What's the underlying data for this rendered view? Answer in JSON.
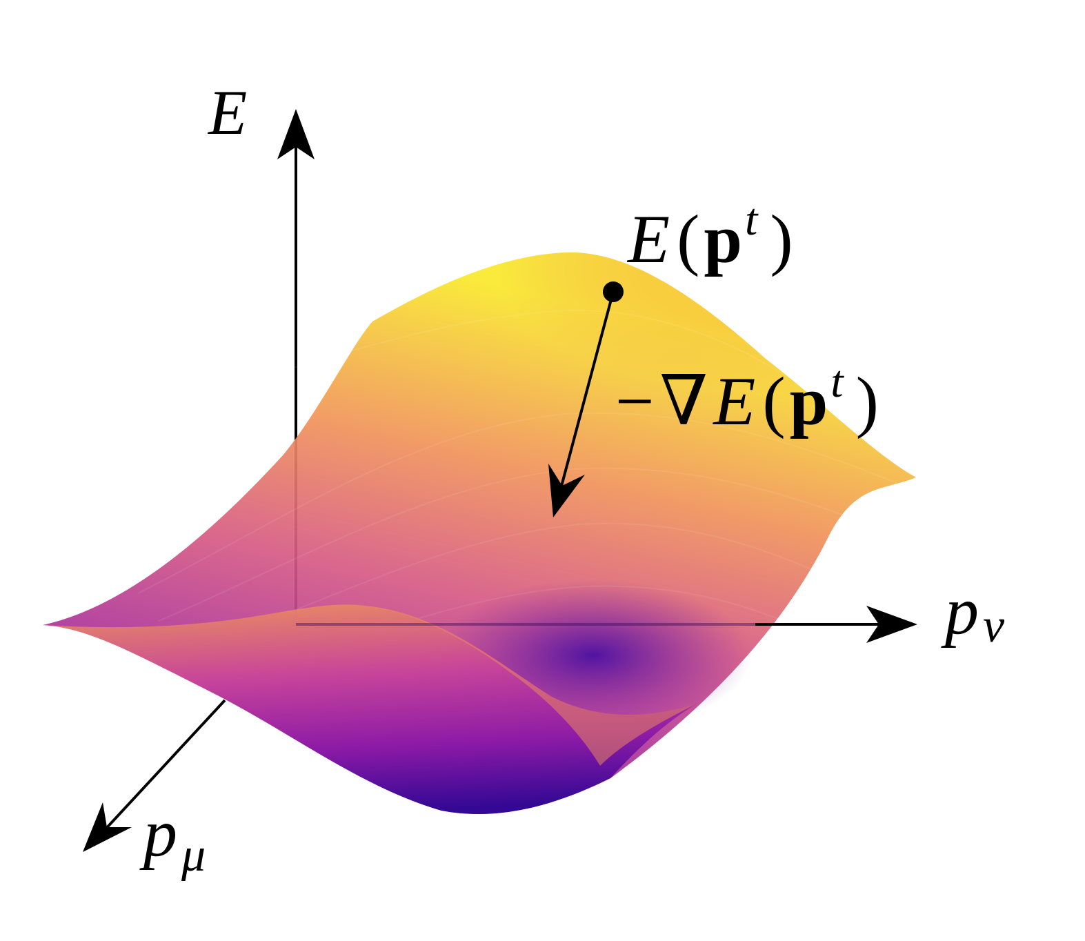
{
  "axes": {
    "vertical_label": "E",
    "horizontal_label_base": "p",
    "horizontal_label_sub": "ν",
    "depth_label_base": "p",
    "depth_label_sub": "μ"
  },
  "point_label": {
    "func": "E",
    "open": "(",
    "vec": "p",
    "sup": "t",
    "close": ")"
  },
  "gradient_label": {
    "minus": "−",
    "nabla": "∇",
    "func": "E",
    "open": "(",
    "vec": "p",
    "sup": "t",
    "close": ")"
  },
  "colors": {
    "surface_low": "#4b0aa8",
    "surface_mid": "#c03a9c",
    "surface_warm": "#ef8660",
    "surface_high": "#f7e52a",
    "ink": "#000000"
  }
}
